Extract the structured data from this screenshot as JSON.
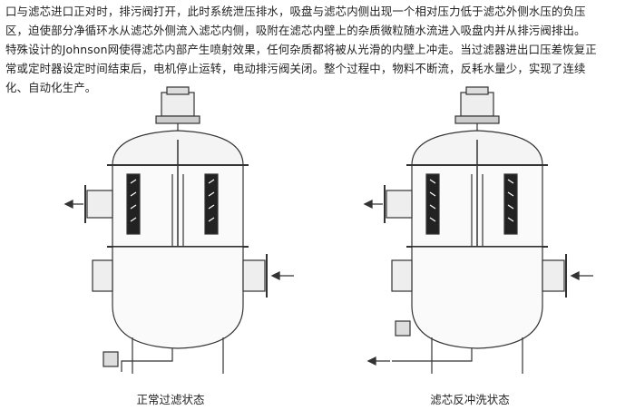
{
  "paragraph": {
    "lines": [
      "口与滤芯进口正对时，排污阀打开，此时系统泄压排水，吸盘与滤芯内侧出现一个相对压力低于滤芯外侧水压的负压",
      "区，迫使部分净循环水从滤芯外侧流入滤芯内侧，吸附在滤芯内壁上的杂质微粒随水流进入吸盘内并从排污阀排出。",
      "特殊设计的Johnson网使得滤芯内部产生喷射效果，任何杂质都将被从光滑的内壁上冲走。当过滤器进出口压差恢复正",
      "常或定时器设定时间结束后，电机停止运转，电动排污阀关闭。整个过程中，物料不断流，反耗水量少，实现了连续",
      "化、自动化生产。"
    ]
  },
  "figures": [
    {
      "caption": "正常过滤状态"
    },
    {
      "caption": "滤芯反冲洗状态"
    }
  ]
}
